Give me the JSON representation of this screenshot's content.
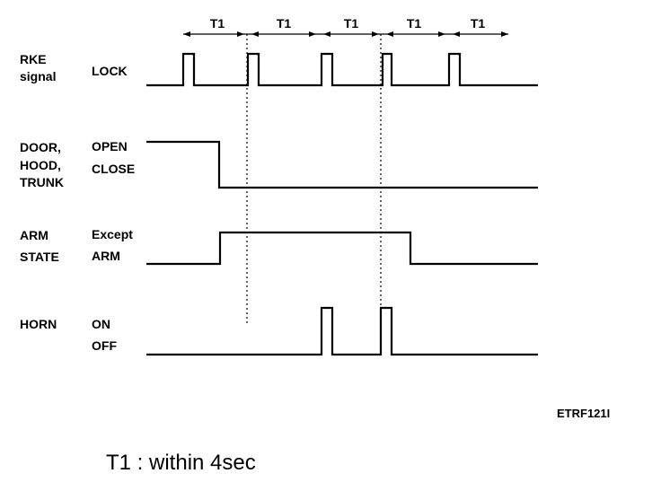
{
  "intervals": [
    "T1",
    "T1",
    "T1",
    "T1",
    "T1"
  ],
  "signals": [
    {
      "name_lines": [
        "RKE",
        "signal"
      ],
      "states": [
        "LOCK"
      ]
    },
    {
      "name_lines": [
        "DOOR,",
        "HOOD,",
        "TRUNK"
      ],
      "states": [
        "OPEN",
        "CLOSE"
      ]
    },
    {
      "name_lines": [
        "ARM",
        "STATE"
      ],
      "states": [
        "Except",
        "ARM"
      ]
    },
    {
      "name_lines": [
        "HORN"
      ],
      "states": [
        "ON",
        "OFF"
      ]
    }
  ],
  "figure_code": "ETRF121I",
  "note": "T1 :  within 4sec"
}
